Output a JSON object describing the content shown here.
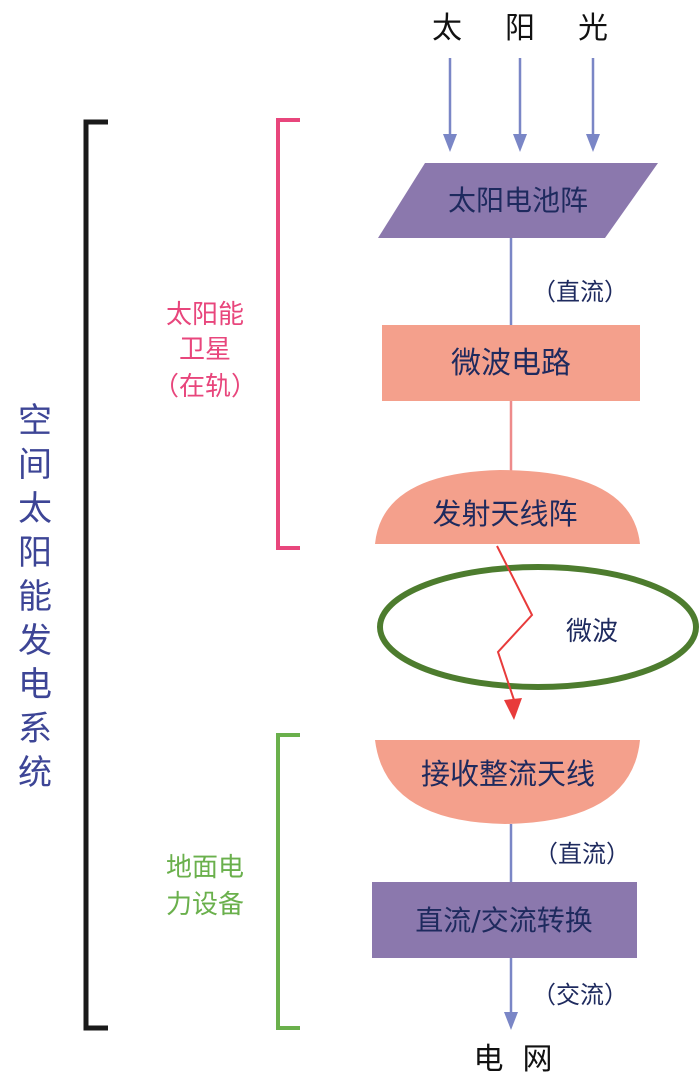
{
  "colors": {
    "system_bracket": "#1a1a1a",
    "system_text": "#3d4596",
    "satellite": "#e8467c",
    "ground": "#6ab04c",
    "purple_box": "#8b78ad",
    "salmon_box": "#f4a08c",
    "arrow_blue": "#7a86c6",
    "line_salmon": "#ee8b8b",
    "beam_red": "#e83b3b",
    "ellipse_green": "#4d7c2e",
    "text_dark": "#1e2a5e"
  },
  "sunlight": [
    "太",
    "阳",
    "光"
  ],
  "system_label": [
    "空",
    "间",
    "太",
    "阳",
    "能",
    "发",
    "电",
    "系",
    "统"
  ],
  "satellite_label": [
    "太阳能",
    "卫星",
    "（在轨）"
  ],
  "ground_label": [
    "地面电",
    "力设备"
  ],
  "boxes": {
    "solar_array": "太阳电池阵",
    "microwave_circuit": "微波电路",
    "transmit_antenna": "发射天线阵",
    "receive_antenna": "接收整流天线",
    "converter": "直流/交流转换"
  },
  "connectors": {
    "dc_1": "（直流）",
    "microwave": "微波",
    "dc_2": "（直流）",
    "ac": "（交流）"
  },
  "grid": "电  网"
}
